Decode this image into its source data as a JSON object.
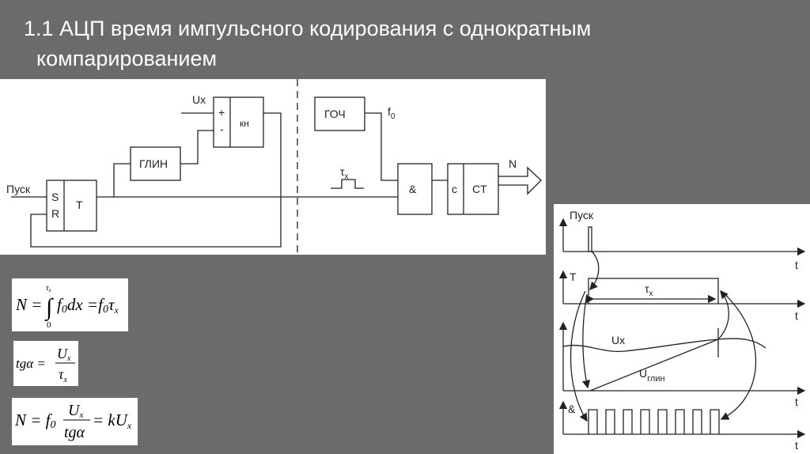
{
  "slide": {
    "title_line1": "1.1 АЦП время импульсного кодирования с однократным",
    "title_line2": "компарированием"
  },
  "block_diagram": {
    "start_label": "Пуск",
    "s_label": "S",
    "r_label": "R",
    "trigger_label": "T",
    "ramp_generator_label": "ГЛИН",
    "input_label": "Ux",
    "plus_label": "+",
    "minus_label": "-",
    "comparator_label": "кн",
    "clock_generator_label": "ГОЧ",
    "freq_label": "f",
    "freq_sub": "0",
    "pulse_label": "τ",
    "pulse_sub": "x",
    "and_label": "&",
    "c_label": "c",
    "counter_label": "CT",
    "output_label": "N"
  },
  "timing_diagram": {
    "start_label": "Пуск",
    "trigger_label": "T",
    "tau_label": "τ",
    "tau_sub": "x",
    "ux_label": "Ux",
    "ramp_label": "U",
    "ramp_sub": "глин",
    "and_label": "&",
    "time_label": "t",
    "pulse_count": 8
  },
  "formulas": {
    "f1": {
      "lhs": "N =",
      "upper": "τ",
      "upper_sub": "x",
      "lower": "0",
      "integral": "∫",
      "body": "f",
      "body_sub": "0",
      "dx": "dx =",
      "rhs": "f",
      "rhs_sub": "0",
      "rhs_tau": "τ",
      "rhs_tau_sub": "x"
    },
    "f2": {
      "lhs": "tgα =",
      "num": "U",
      "num_sub": "x",
      "den": "τ",
      "den_sub": "x"
    },
    "f3": {
      "lhs": "N = f",
      "lhs_sub": "0",
      "num": "U",
      "num_sub": "x",
      "den": "tgα",
      "rhs": "= kU",
      "rhs_sub": "x"
    }
  }
}
